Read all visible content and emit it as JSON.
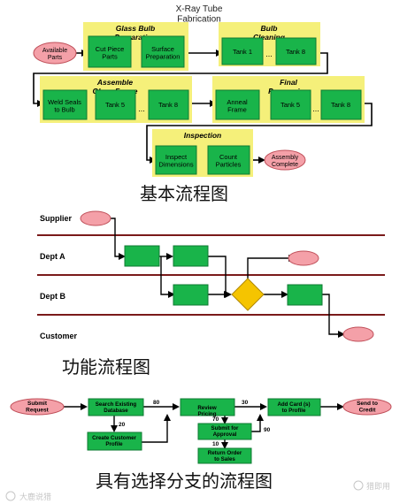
{
  "diagram1": {
    "title": "X-Ray Tube Fabrication",
    "groups": [
      {
        "title": "Glass Bulb Preparation",
        "steps": [
          "Cut Piece Parts",
          "Surface Preparation"
        ]
      },
      {
        "title": "Bulb Cleaning",
        "steps": [
          "Tank 1",
          "Tank 8"
        ]
      },
      {
        "title": "Assemble Glass Frame",
        "steps": [
          "Weld Seals to Bulb",
          "Tank 5",
          "Tank 8"
        ]
      },
      {
        "title": "Final Processing",
        "steps": [
          "Anneal Frame",
          "Tank 5",
          "Tank 8"
        ]
      },
      {
        "title": "Inspection",
        "steps": [
          "Inspect Dimensions",
          "Count Particles"
        ]
      }
    ],
    "start": "Available Parts",
    "end": "Assembly Complete",
    "ellipsis": "...",
    "caption": "基本流程图"
  },
  "diagram2": {
    "lanes": [
      "Supplier",
      "Dept A",
      "Dept B",
      "Customer"
    ],
    "caption": "功能流程图"
  },
  "diagram3": {
    "start": "Submit Request",
    "steps": [
      "Search Existing Database",
      "Review Pricing",
      "Add Card (s) to Profile"
    ],
    "end": "Send to Credit",
    "side_steps": [
      "Create Customer Profile",
      "Submit for Approval",
      "Return Order to Sales"
    ],
    "labels": [
      "80",
      "30",
      "20",
      "70",
      "10",
      "90"
    ],
    "caption": "具有选择分支的流程图"
  },
  "watermark": {
    "left": "大鹿说猎",
    "right": "猎即用"
  },
  "colors": {
    "group_bg": "#f5f07a",
    "box": "#19b44a",
    "box_dark": "#0e7a31",
    "oval": "#f4a0a8",
    "oval_border": "#c0505a",
    "lane_line": "#7a1a1a",
    "decision": "#f5c400"
  }
}
